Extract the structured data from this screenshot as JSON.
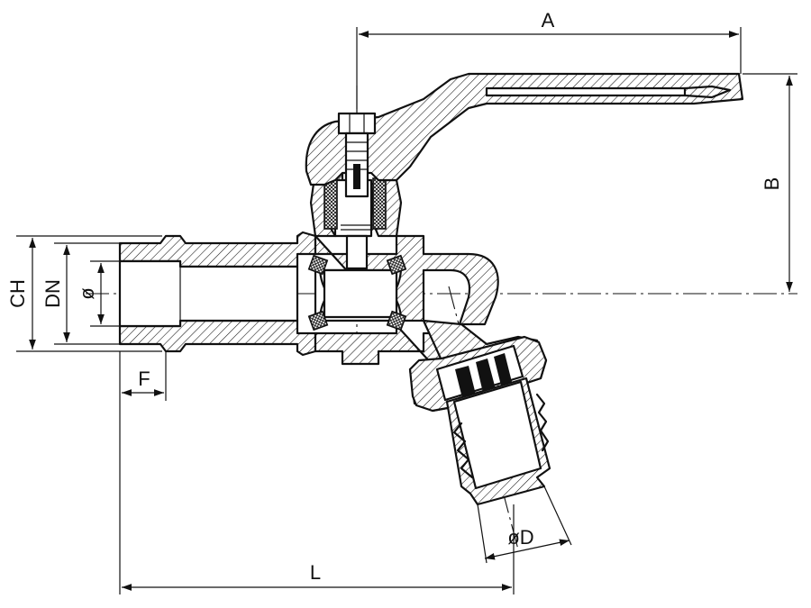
{
  "dimensions": {
    "A": "A",
    "B": "B",
    "CH": "CH",
    "DN": "DN",
    "phi": "ø",
    "F": "F",
    "phiD": "øD",
    "L": "L"
  }
}
